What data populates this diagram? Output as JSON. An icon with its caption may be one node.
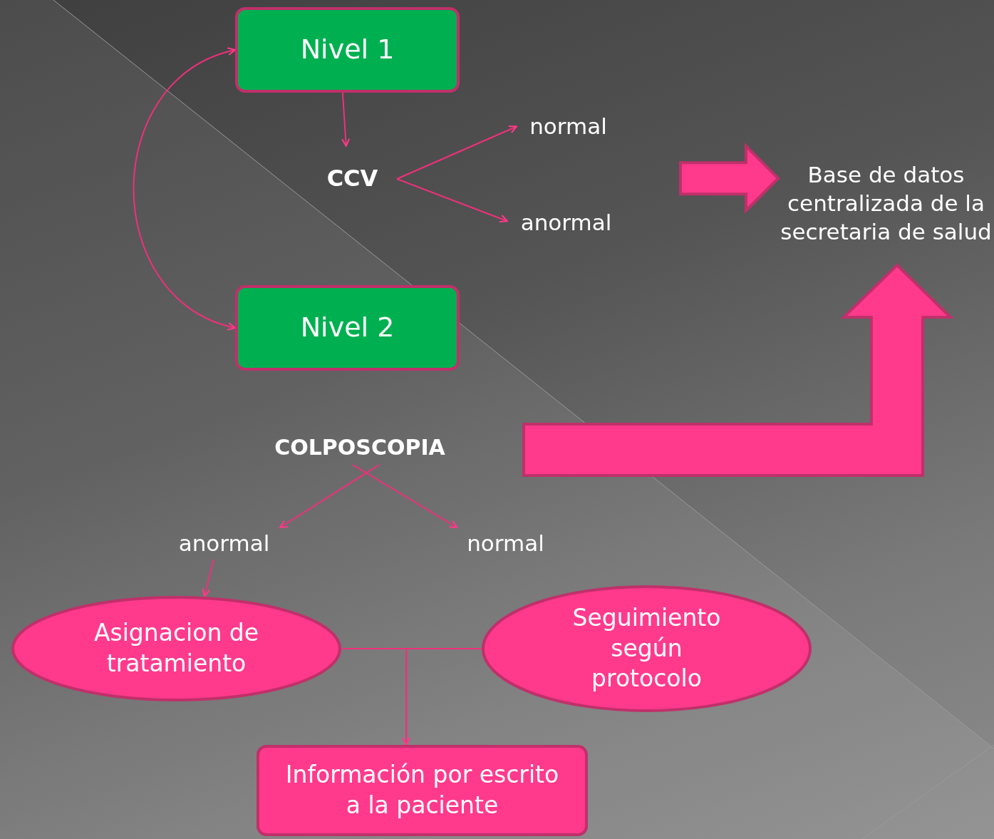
{
  "diagram": {
    "nodes": [
      {
        "text": [
          "Nivel 1"
        ]
      },
      {
        "text": [
          "CCV"
        ]
      },
      {
        "text": [
          "normal"
        ]
      },
      {
        "text": [
          "anormal"
        ]
      },
      {
        "text": [
          "Nivel 2"
        ]
      },
      {
        "text": [
          "Base de datos centralizada de la secretaria de salud"
        ]
      },
      {
        "text": [
          "COLPOSCOPIA"
        ]
      },
      {
        "text": [
          "anormal"
        ]
      },
      {
        "text": [
          "normal"
        ]
      },
      {
        "text": [
          "Asignacion de tratamiento"
        ]
      },
      {
        "text": [
          "Seguimiento según protocolo"
        ]
      },
      {
        "text": [
          "Información por escrito a la paciente"
        ]
      }
    ],
    "edges": [
      {
        "from": 0,
        "to": 1,
        "arrow": "to"
      },
      {
        "from": 1,
        "to": 2,
        "arrow": "to"
      },
      {
        "from": 1,
        "to": 3,
        "arrow": "to"
      },
      {
        "from": 0,
        "to": 4,
        "arrow": "both"
      },
      {
        "from": null,
        "to": 5,
        "arrow": "to",
        "style": "thick"
      },
      {
        "from": 6,
        "to": 5,
        "arrow": "to",
        "style": "thick"
      },
      {
        "from": 6,
        "to": 7,
        "arrow": "to"
      },
      {
        "from": 6,
        "to": 8,
        "arrow": "to"
      },
      {
        "from": 7,
        "to": 9,
        "arrow": "to"
      },
      {
        "from": 9,
        "to": 11,
        "arrow": "to"
      },
      {
        "from": 10,
        "to": 11,
        "arrow": "to"
      }
    ]
  }
}
